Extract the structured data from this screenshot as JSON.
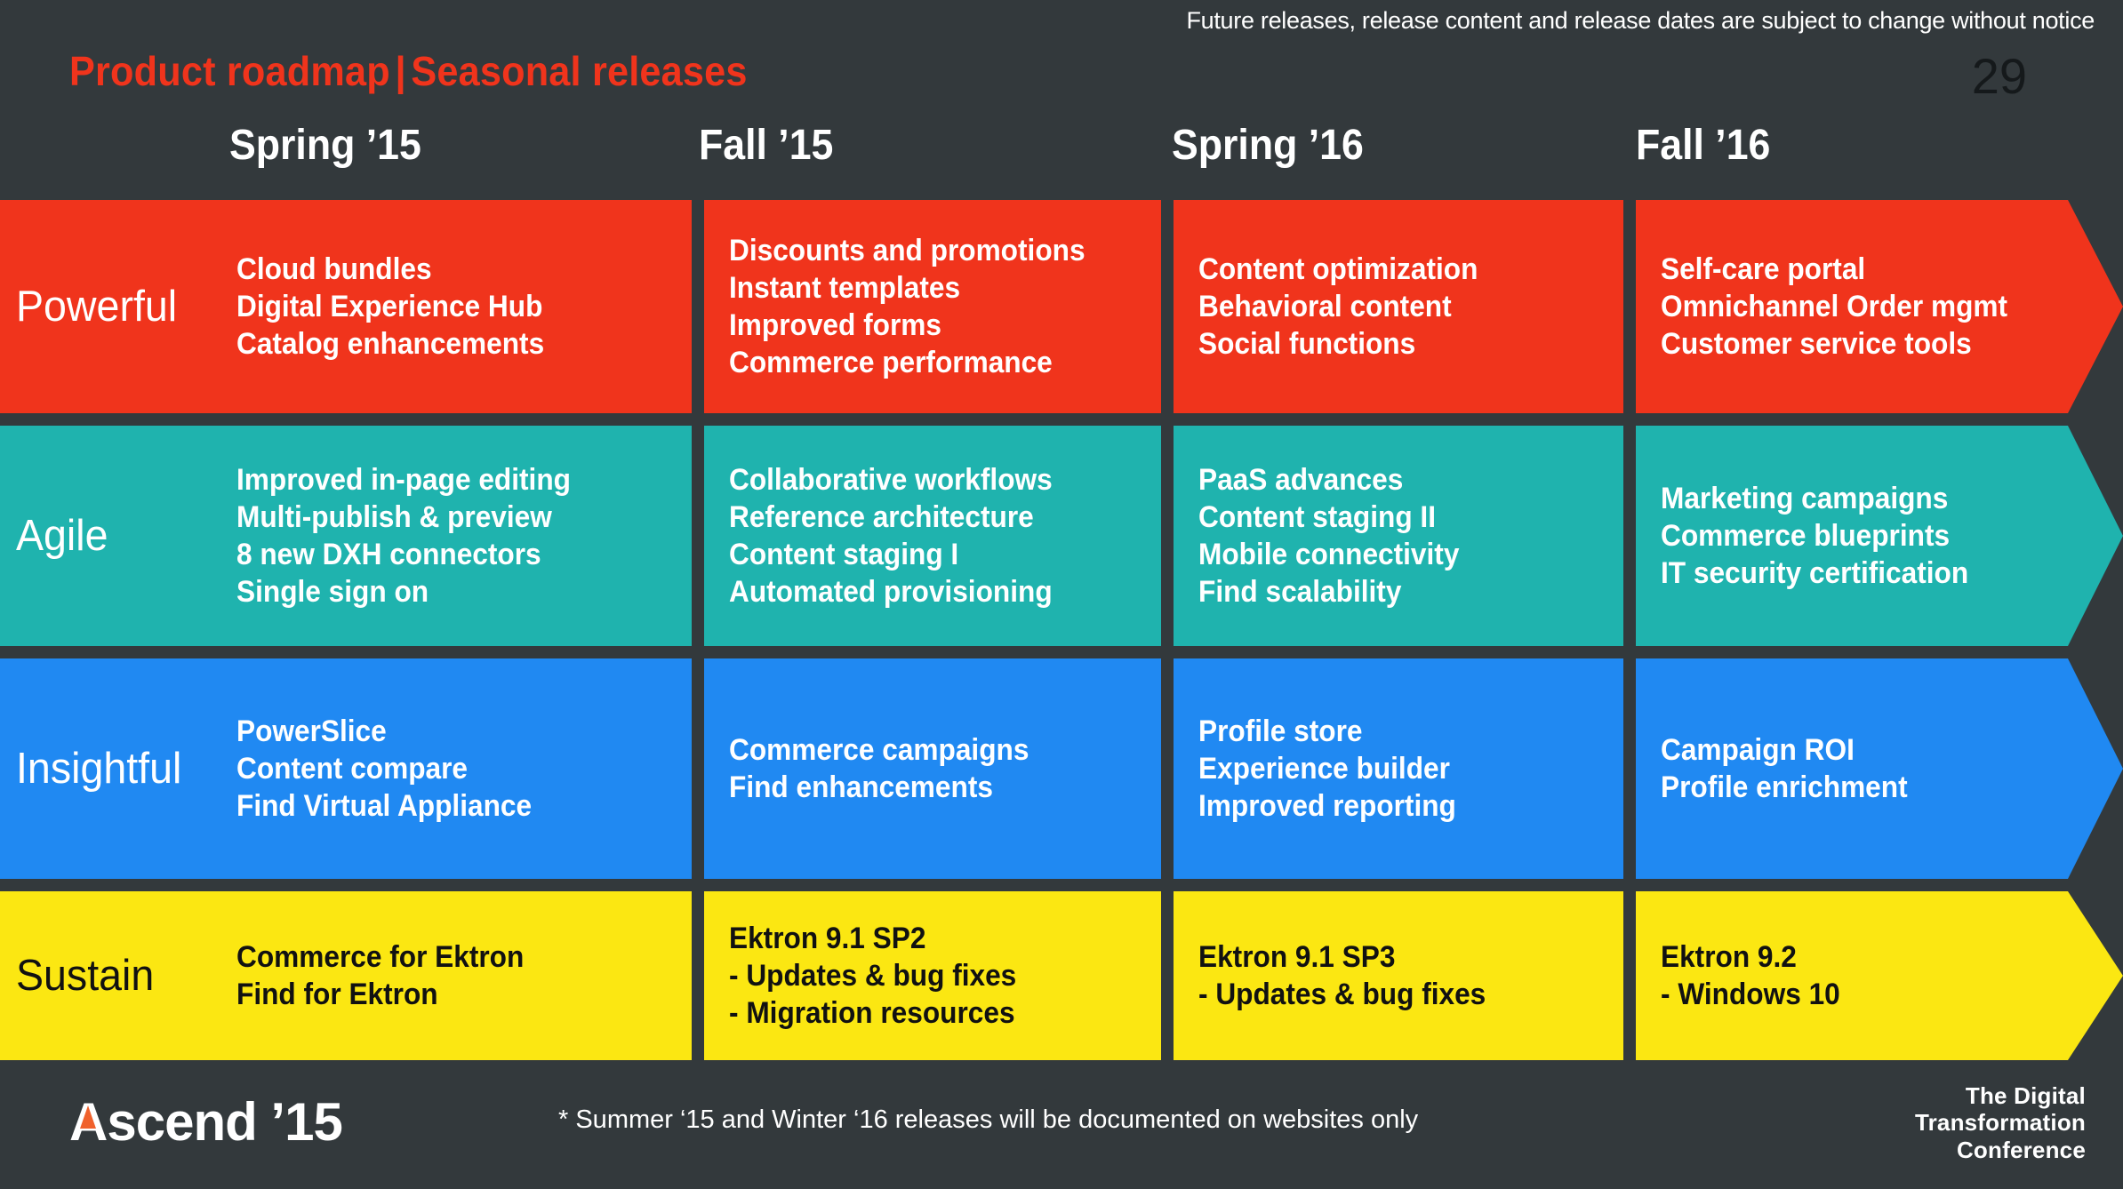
{
  "header": {
    "disclaimer": "Future releases, release content and release dates are subject to change without notice",
    "page_number": "29",
    "title_main": "Product roadmap",
    "title_separator": "|",
    "title_sub": "Seasonal releases"
  },
  "colors": {
    "background": "#33393c",
    "title_red": "#f0341c",
    "row_powerful": "#f0341c",
    "row_agile": "#1fb3ae",
    "row_insightful": "#2089f2",
    "row_sustain": "#fbe712",
    "text_light": "#ffffff",
    "text_dark": "#111111",
    "page_number": "#15191b",
    "logo_accent": "#f0612c"
  },
  "columns": [
    {
      "label": "Spring ’15"
    },
    {
      "label": "Fall ’15"
    },
    {
      "label": "Spring ’16"
    },
    {
      "label": "Fall ’16"
    }
  ],
  "rows": [
    {
      "label": "Powerful",
      "cells": [
        [
          "Cloud bundles",
          "Digital Experience Hub",
          "Catalog enhancements"
        ],
        [
          "Discounts and promotions",
          "Instant templates",
          "Improved forms",
          "Commerce performance"
        ],
        [
          "Content optimization",
          "Behavioral content",
          "Social functions"
        ],
        [
          "Self-care portal",
          "Omnichannel Order mgmt",
          "Customer service tools"
        ]
      ]
    },
    {
      "label": "Agile",
      "cells": [
        [
          "Improved in-page editing",
          "Multi-publish & preview",
          "8 new DXH connectors",
          "Single sign on"
        ],
        [
          "Collaborative workflows",
          "Reference architecture",
          "Content staging I",
          "Automated provisioning"
        ],
        [
          "PaaS advances",
          "Content staging II",
          "Mobile connectivity",
          "Find scalability"
        ],
        [
          "Marketing campaigns",
          "Commerce blueprints",
          "IT security certification"
        ]
      ]
    },
    {
      "label": "Insightful",
      "cells": [
        [
          "PowerSlice",
          "Content compare",
          "Find Virtual Appliance"
        ],
        [
          "Commerce campaigns",
          "Find enhancements"
        ],
        [
          "Profile store",
          "Experience builder",
          "Improved reporting"
        ],
        [
          "Campaign ROI",
          "Profile enrichment"
        ]
      ]
    },
    {
      "label": "Sustain",
      "cells": [
        [
          "Commerce for Ektron",
          "Find for Ektron"
        ],
        [
          "Ektron 9.1 SP2",
          "- Updates & bug fixes",
          "- Migration resources"
        ],
        [
          "Ektron 9.1 SP3",
          "- Updates & bug fixes"
        ],
        [
          "Ektron 9.2",
          "- Windows 10"
        ]
      ]
    }
  ],
  "footer": {
    "logo_a": "A",
    "logo_rest": "scend ’15",
    "footnote": "* Summer ‘15 and Winter ‘16 releases will be documented on websites only",
    "conference_line1": "The Digital",
    "conference_line2": "Transformation",
    "conference_line3": "Conference"
  }
}
